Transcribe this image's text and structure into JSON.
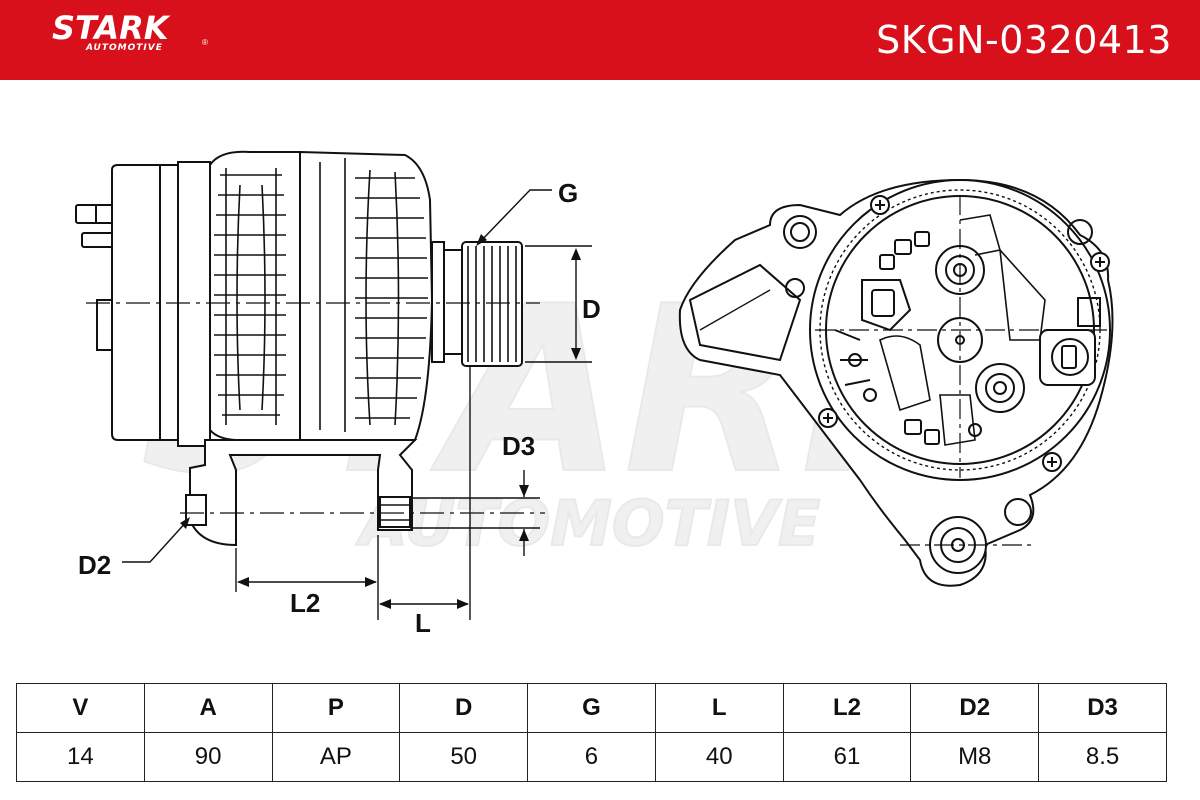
{
  "header": {
    "brand": "STARK",
    "brand_sub": "AUTOMOTIVE",
    "registered_mark": "®",
    "part_number": "SKGN-0320413",
    "background_color": "#d8101c"
  },
  "watermark": {
    "line1": "STARK",
    "line2": "AUTOMOTIVE"
  },
  "dimension_labels": {
    "g": "G",
    "d": "D",
    "d3": "D3",
    "d2": "D2",
    "l2": "L2",
    "l": "L"
  },
  "spec_table": {
    "headers": [
      "V",
      "A",
      "P",
      "D",
      "G",
      "L",
      "L2",
      "D2",
      "D3"
    ],
    "values": [
      "14",
      "90",
      "AP",
      "50",
      "6",
      "40",
      "61",
      "M8",
      "8.5"
    ]
  }
}
